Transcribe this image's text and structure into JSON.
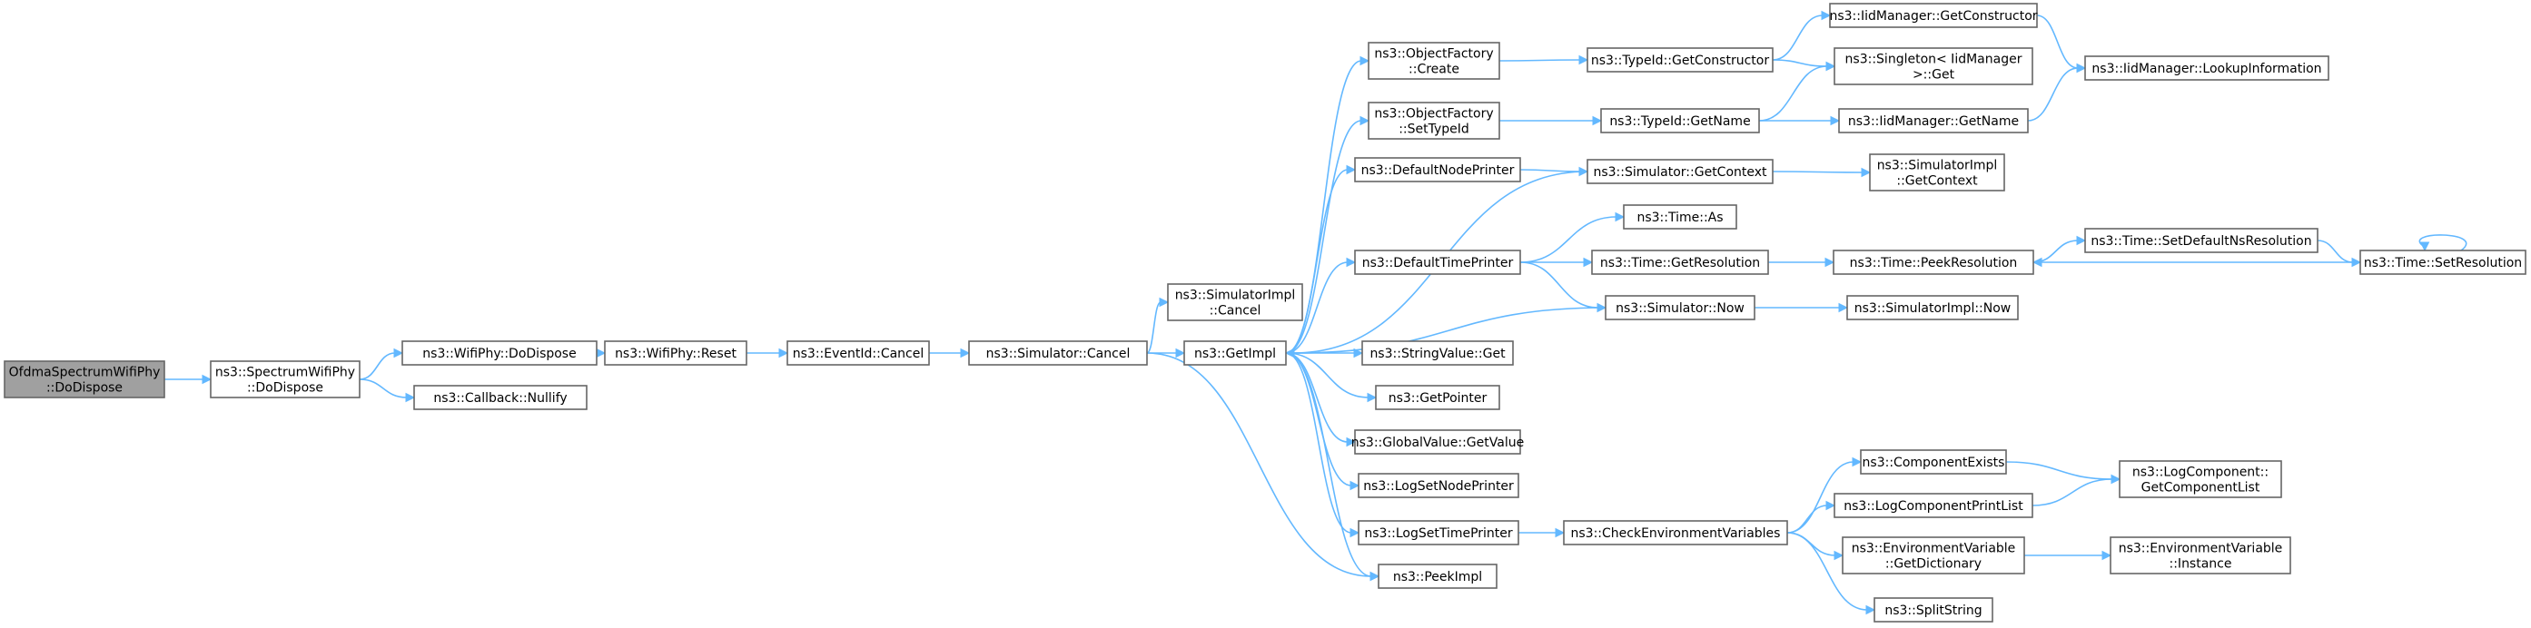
{
  "nodes": [
    {
      "id": "ofdma",
      "lines": [
        "OfdmaSpectrumWifiPhy",
        "::DoDispose"
      ],
      "root": true
    },
    {
      "id": "spectrum",
      "lines": [
        "ns3::SpectrumWifiPhy",
        "::DoDispose"
      ]
    },
    {
      "id": "wifidodispose",
      "lines": [
        "ns3::WifiPhy::DoDispose"
      ]
    },
    {
      "id": "nullify",
      "lines": [
        "ns3::Callback::Nullify"
      ]
    },
    {
      "id": "wifireset",
      "lines": [
        "ns3::WifiPhy::Reset"
      ]
    },
    {
      "id": "eventcancel",
      "lines": [
        "ns3::EventId::Cancel"
      ]
    },
    {
      "id": "simcancel",
      "lines": [
        "ns3::Simulator::Cancel"
      ]
    },
    {
      "id": "simimplcancel",
      "lines": [
        "ns3::SimulatorImpl",
        "::Cancel"
      ]
    },
    {
      "id": "getimpl",
      "lines": [
        "ns3::GetImpl"
      ]
    },
    {
      "id": "ofcreate",
      "lines": [
        "ns3::ObjectFactory",
        "::Create"
      ]
    },
    {
      "id": "ofsettypeid",
      "lines": [
        "ns3::ObjectFactory",
        "::SetTypeId"
      ]
    },
    {
      "id": "defnodeprinter",
      "lines": [
        "ns3::DefaultNodePrinter"
      ]
    },
    {
      "id": "deftimeprinter",
      "lines": [
        "ns3::DefaultTimePrinter"
      ]
    },
    {
      "id": "stringvalueget",
      "lines": [
        "ns3::StringValue::Get"
      ]
    },
    {
      "id": "getpointer",
      "lines": [
        "ns3::GetPointer"
      ]
    },
    {
      "id": "globalvalue",
      "lines": [
        "ns3::GlobalValue::GetValue"
      ]
    },
    {
      "id": "logsetnode",
      "lines": [
        "ns3::LogSetNodePrinter"
      ]
    },
    {
      "id": "logsettime",
      "lines": [
        "ns3::LogSetTimePrinter"
      ]
    },
    {
      "id": "peekimpl",
      "lines": [
        "ns3::PeekImpl"
      ]
    },
    {
      "id": "typeidgetctor",
      "lines": [
        "ns3::TypeId::GetConstructor"
      ]
    },
    {
      "id": "typeidgetname",
      "lines": [
        "ns3::TypeId::GetName"
      ]
    },
    {
      "id": "simgetcontext",
      "lines": [
        "ns3::Simulator::GetContext"
      ]
    },
    {
      "id": "timeas",
      "lines": [
        "ns3::Time::As"
      ]
    },
    {
      "id": "timegetres",
      "lines": [
        "ns3::Time::GetResolution"
      ]
    },
    {
      "id": "simnow",
      "lines": [
        "ns3::Simulator::Now"
      ]
    },
    {
      "id": "checkenv",
      "lines": [
        "ns3::CheckEnvironmentVariables"
      ]
    },
    {
      "id": "iidgetctor",
      "lines": [
        "ns3::IidManager::GetConstructor"
      ]
    },
    {
      "id": "singleton",
      "lines": [
        "ns3::Singleton< IidManager",
        " >::Get"
      ]
    },
    {
      "id": "iidgetname",
      "lines": [
        "ns3::IidManager::GetName"
      ]
    },
    {
      "id": "simimplgetctx",
      "lines": [
        "ns3::SimulatorImpl",
        "::GetContext"
      ]
    },
    {
      "id": "timepeekres",
      "lines": [
        "ns3::Time::PeekResolution"
      ]
    },
    {
      "id": "simimplnow",
      "lines": [
        "ns3::SimulatorImpl::Now"
      ]
    },
    {
      "id": "compexists",
      "lines": [
        "ns3::ComponentExists"
      ]
    },
    {
      "id": "logcompprint",
      "lines": [
        "ns3::LogComponentPrintList"
      ]
    },
    {
      "id": "envgetdict",
      "lines": [
        "ns3::EnvironmentVariable",
        "::GetDictionary"
      ]
    },
    {
      "id": "splitstring",
      "lines": [
        "ns3::SplitString"
      ]
    },
    {
      "id": "iidlookup",
      "lines": [
        "ns3::IidManager::LookupInformation"
      ]
    },
    {
      "id": "setdefaultns",
      "lines": [
        "ns3::Time::SetDefaultNsResolution"
      ]
    },
    {
      "id": "timesetres",
      "lines": [
        "ns3::Time::SetResolution"
      ]
    },
    {
      "id": "logcompgetlist",
      "lines": [
        "ns3::LogComponent::",
        "GetComponentList"
      ]
    },
    {
      "id": "envinstance",
      "lines": [
        "ns3::EnvironmentVariable",
        "::Instance"
      ]
    }
  ],
  "edges": [
    [
      "ofdma",
      "spectrum"
    ],
    [
      "spectrum",
      "wifidodispose"
    ],
    [
      "spectrum",
      "nullify"
    ],
    [
      "wifidodispose",
      "wifireset"
    ],
    [
      "wifireset",
      "eventcancel"
    ],
    [
      "eventcancel",
      "simcancel"
    ],
    [
      "simcancel",
      "simimplcancel"
    ],
    [
      "simcancel",
      "getimpl"
    ],
    [
      "simcancel",
      "peekimpl"
    ],
    [
      "getimpl",
      "ofcreate"
    ],
    [
      "getimpl",
      "ofsettypeid"
    ],
    [
      "getimpl",
      "defnodeprinter"
    ],
    [
      "getimpl",
      "deftimeprinter"
    ],
    [
      "getimpl",
      "stringvalueget"
    ],
    [
      "getimpl",
      "getpointer"
    ],
    [
      "getimpl",
      "globalvalue"
    ],
    [
      "getimpl",
      "logsetnode"
    ],
    [
      "getimpl",
      "logsettime"
    ],
    [
      "getimpl",
      "peekimpl"
    ],
    [
      "ofcreate",
      "typeidgetctor"
    ],
    [
      "ofsettypeid",
      "typeidgetname"
    ],
    [
      "defnodeprinter",
      "simgetcontext"
    ],
    [
      "deftimeprinter",
      "timeas"
    ],
    [
      "deftimeprinter",
      "timegetres"
    ],
    [
      "deftimeprinter",
      "simnow"
    ],
    [
      "logsettime",
      "checkenv"
    ],
    [
      "simgetcontext",
      "getimpl"
    ],
    [
      "simgetcontext",
      "simimplgetctx"
    ],
    [
      "simnow",
      "getimpl"
    ],
    [
      "simnow",
      "simimplnow"
    ],
    [
      "typeidgetctor",
      "iidgetctor"
    ],
    [
      "typeidgetctor",
      "singleton"
    ],
    [
      "typeidgetname",
      "singleton"
    ],
    [
      "typeidgetname",
      "iidgetname"
    ],
    [
      "iidgetctor",
      "iidlookup"
    ],
    [
      "iidgetname",
      "iidlookup"
    ],
    [
      "timegetres",
      "timepeekres"
    ],
    [
      "timepeekres",
      "setdefaultns"
    ],
    [
      "setdefaultns",
      "timesetres"
    ],
    [
      "timesetres",
      "timepeekres"
    ],
    [
      "timesetres",
      "timesetres"
    ],
    [
      "checkenv",
      "compexists"
    ],
    [
      "checkenv",
      "logcompprint"
    ],
    [
      "checkenv",
      "envgetdict"
    ],
    [
      "checkenv",
      "splitstring"
    ],
    [
      "compexists",
      "logcompgetlist"
    ],
    [
      "logcompprint",
      "logcompgetlist"
    ],
    [
      "envgetdict",
      "envinstance"
    ]
  ]
}
